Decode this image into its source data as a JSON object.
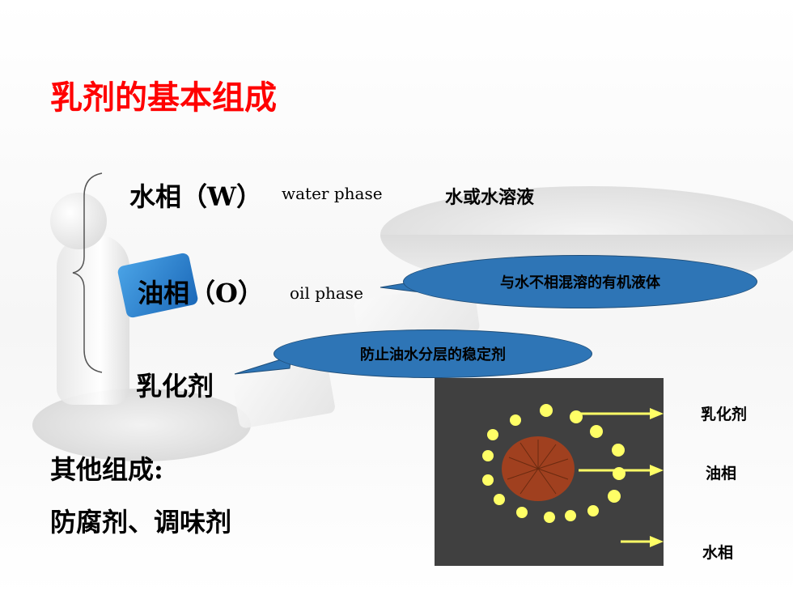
{
  "title": "乳剂的基本组成",
  "water": {
    "label": "水相（W）",
    "english": "water phase",
    "description": "水或水溶液"
  },
  "oil": {
    "label": "油相（O）",
    "english": "oil phase",
    "callout": "与水不相混溶的有机液体"
  },
  "emulsifier": {
    "label": "乳化剂",
    "callout": "防止油水分层的稳定剂"
  },
  "other": {
    "label": "其他组成:",
    "items": "防腐剂、调味剂"
  },
  "diagram": {
    "labels": {
      "emulsifier": "乳化剂",
      "oil": "油相",
      "water": "水相"
    },
    "colors": {
      "background": "#404040",
      "oil_droplet": "#a0401f",
      "emulsifier_dot": "#ffff66",
      "arrow": "#ffff66"
    }
  },
  "colors": {
    "title": "#ff0000",
    "callout": "#2e75b6"
  }
}
